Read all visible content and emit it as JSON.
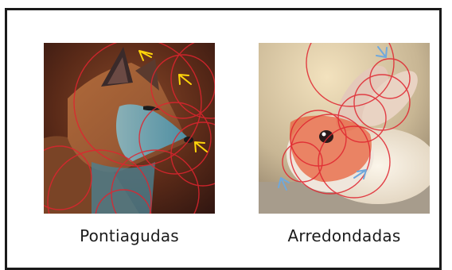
{
  "figure": {
    "left_label": "Pontiagudas",
    "right_label": "Arredondadas",
    "left_image_subject": "fox",
    "right_image_subject": "rabbit",
    "left_arrow_color": "#ffd60a",
    "right_arrow_color": "#6fa8dc",
    "circle_color": "#e0242f"
  }
}
